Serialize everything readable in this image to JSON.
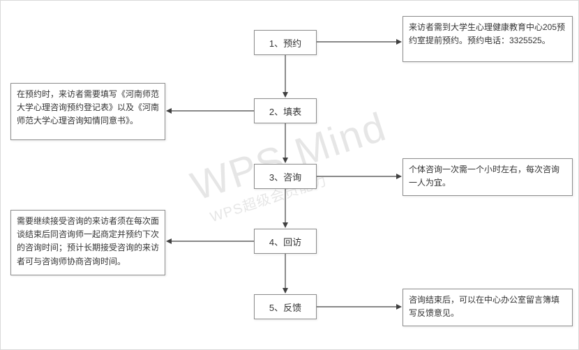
{
  "diagram": {
    "watermark": {
      "title": "WPS Mind",
      "subtitle": "WPS超级会员能力"
    },
    "steps": [
      {
        "label": "1、预约"
      },
      {
        "label": "2、填表"
      },
      {
        "label": "3、咨询"
      },
      {
        "label": "4、回访"
      },
      {
        "label": "5、反馈"
      }
    ],
    "notes": [
      {
        "side": "right",
        "text": "来访者需到大学生心理健康教育中心205预约室提前预约。预约电话：3325525。"
      },
      {
        "side": "left",
        "text": "在预约时，来访者需要填写《河南师范大学心理咨询预约登记表》以及《河南师范大学心理咨询知情同意书》。"
      },
      {
        "side": "right",
        "text": "个体咨询一次需一个小时左右，每次咨询一人为宜。"
      },
      {
        "side": "left",
        "text": "需要继续接受咨询的来访者须在每次面谈结束后同咨询师一起商定并预约下次的咨询时间；预计长期接受咨询的来访者可与咨询师协商咨询时间。"
      },
      {
        "side": "right",
        "text": "咨询结束后，可以在中心办公室留言簿填写反馈意见。"
      }
    ],
    "colors": {
      "box_border": "#8c8c8c",
      "arrow": "#404040",
      "text": "#333333",
      "watermark": "#8c8c8c"
    }
  }
}
